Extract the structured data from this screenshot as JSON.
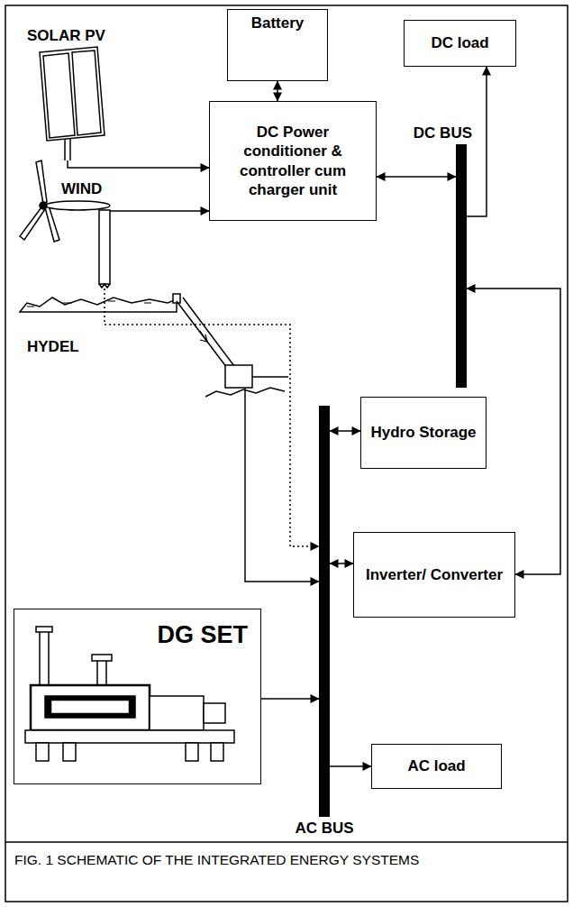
{
  "diagram": {
    "caption": "FIG. 1 SCHEMATIC OF THE INTEGRATED ENERGY SYSTEMS",
    "nodes": [
      {
        "text": [
          "Battery"
        ]
      },
      {
        "text": [
          "SOLAR PV"
        ]
      },
      {
        "text": [
          "DC load"
        ]
      },
      {
        "text": [
          "DC Power conditioner & controller cum charger unit"
        ]
      },
      {
        "text": [
          "WIND"
        ]
      },
      {
        "text": [
          "DC BUS"
        ]
      },
      {
        "text": [
          "HYDEL"
        ]
      },
      {
        "text": [
          "Hydro Storage"
        ]
      },
      {
        "text": [
          "Inverter/ Converter"
        ]
      },
      {
        "text": [
          "DG SET"
        ]
      },
      {
        "text": [
          "AC load"
        ]
      },
      {
        "text": [
          "AC BUS"
        ]
      }
    ],
    "edges": [
      {
        "from": 1,
        "to": 3,
        "arrow": "to"
      },
      {
        "from": 0,
        "to": 3,
        "arrow": "both"
      },
      {
        "from": 4,
        "to": 3,
        "arrow": "to"
      },
      {
        "from": 3,
        "to": 5,
        "arrow": "both"
      },
      {
        "from": 5,
        "to": 2,
        "arrow": "to"
      },
      {
        "from": 4,
        "to": 11,
        "arrow": "to"
      },
      {
        "from": 6,
        "to": 11,
        "arrow": "to"
      },
      {
        "from": 11,
        "to": 7,
        "arrow": "both"
      },
      {
        "from": 11,
        "to": 8,
        "arrow": "both"
      },
      {
        "from": 8,
        "to": 5,
        "arrow": "both"
      },
      {
        "from": 9,
        "to": 11,
        "arrow": "to"
      },
      {
        "from": 11,
        "to": 10,
        "arrow": "to"
      }
    ]
  }
}
